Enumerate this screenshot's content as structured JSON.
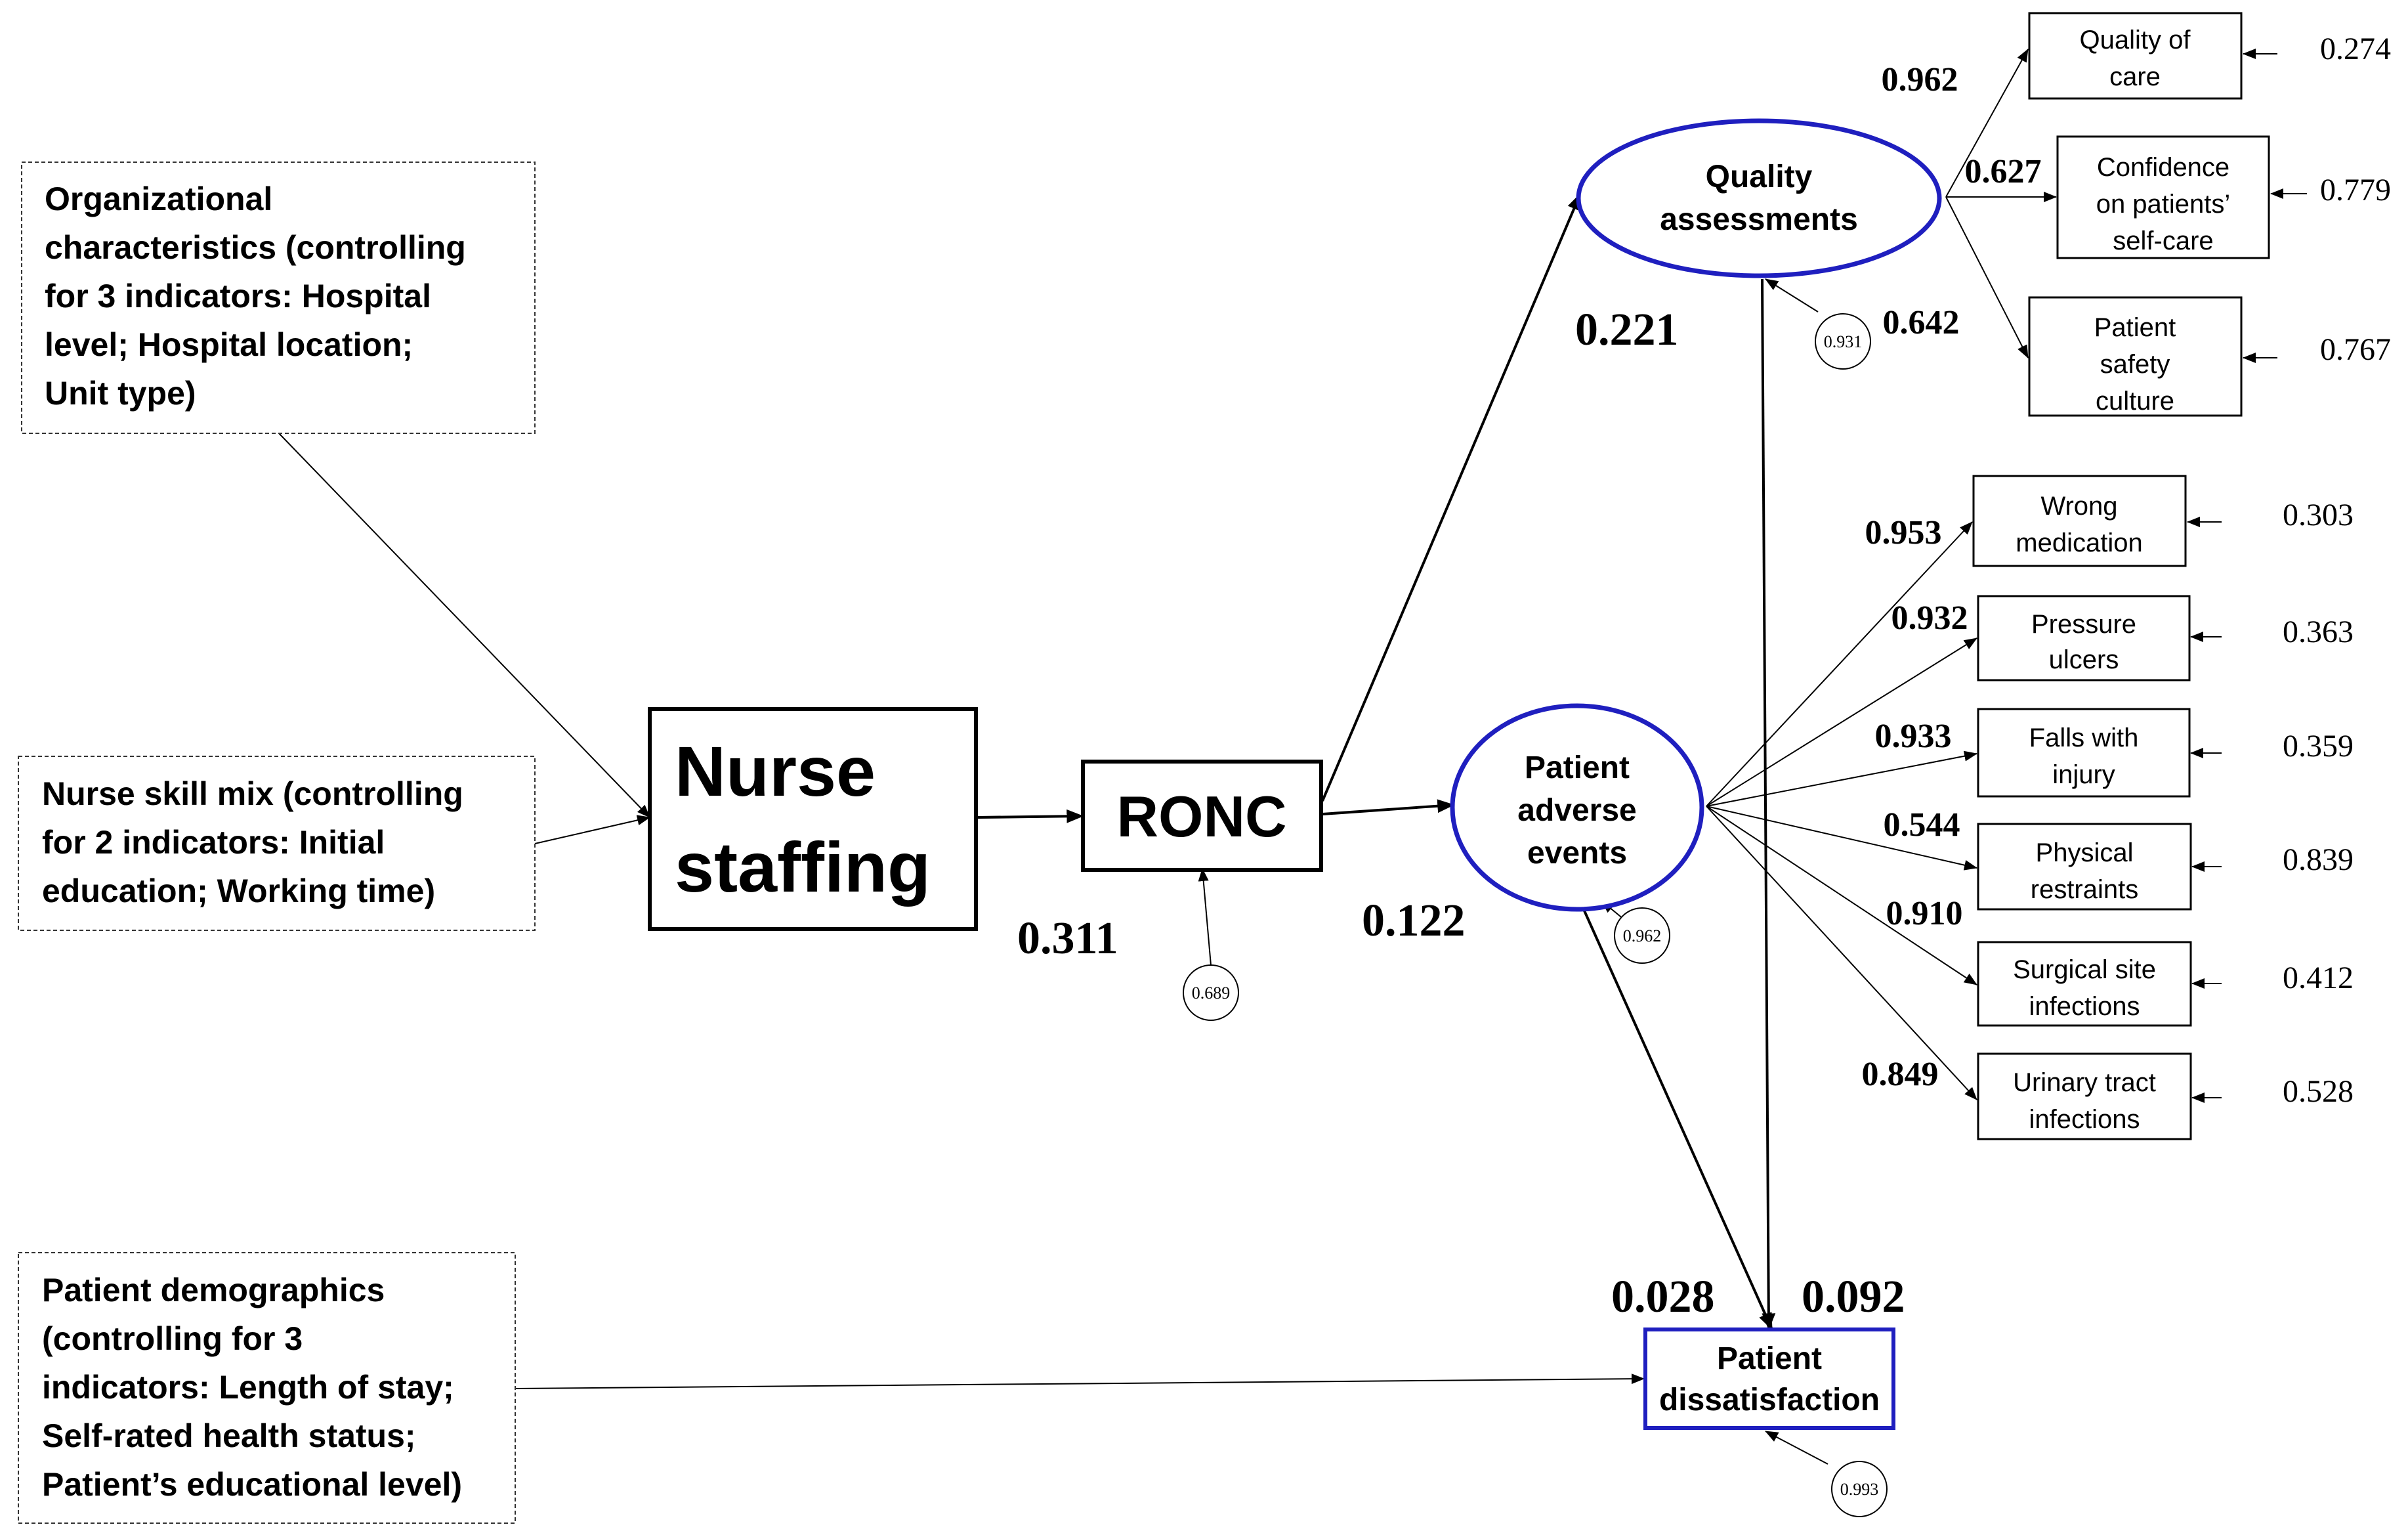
{
  "nodes": {
    "org_characteristics": [
      "Organizational",
      "characteristics (controlling",
      "for 3 indicators:  Hospital",
      "level; Hospital location;",
      "Unit type)"
    ],
    "skill_mix": [
      "Nurse skill mix (controlling",
      "for 2 indicators: Initial",
      "education; Working time)"
    ],
    "patient_demographics": [
      "Patient demographics",
      "(controlling for 3",
      "indicators: Length of stay;",
      "Self-rated health status;",
      "Patient’s educational level)"
    ],
    "nurse_staffing": [
      "Nurse",
      "staffing"
    ],
    "ronc": [
      "RONC"
    ],
    "quality_assessments": [
      "Quality",
      "assessments"
    ],
    "patient_adverse_events": [
      "Patient",
      "adverse",
      "events"
    ],
    "patient_dissatisfaction": [
      "Patient",
      "dissatisfaction"
    ],
    "quality_of_care": [
      "Quality of",
      "care"
    ],
    "confidence_self_care": [
      "Confidence",
      "on patients’",
      "self-care"
    ],
    "patient_safety_culture": [
      "Patient",
      "safety",
      "culture"
    ],
    "wrong_medication": [
      "Wrong",
      "medication"
    ],
    "pressure_ulcers": [
      "Pressure",
      "ulcers"
    ],
    "falls_with_injury": [
      "Falls with",
      "injury"
    ],
    "physical_restraints": [
      "Physical",
      "restraints"
    ],
    "surgical_site_infections": [
      "Surgical site",
      "infections"
    ],
    "urinary_tract_infections": [
      "Urinary tract",
      "infections"
    ]
  },
  "path_coefficients": {
    "nurse_to_ronc": "0.311",
    "ronc_to_adverse": "0.122",
    "ronc_to_quality": "0.221",
    "adverse_to_dissatisfaction": "0.028",
    "quality_to_dissatisfaction": "0.092"
  },
  "loadings": {
    "quality_of_care": "0.962",
    "confidence_self_care": "0.627",
    "patient_safety_culture": "0.642",
    "wrong_medication": "0.953",
    "pressure_ulcers": "0.932",
    "falls_with_injury": "0.933",
    "physical_restraints": "0.544",
    "surgical_site_infections": "0.910",
    "urinary_tract_infections": "0.849"
  },
  "indicator_errors": {
    "quality_of_care": "0.274",
    "confidence_self_care": "0.779",
    "patient_safety_culture": "0.767",
    "wrong_medication": "0.303",
    "pressure_ulcers": "0.363",
    "falls_with_injury": "0.359",
    "physical_restraints": "0.839",
    "surgical_site_infections": "0.412",
    "urinary_tract_infections": "0.528"
  },
  "residuals": {
    "ronc": "0.689",
    "adverse": "0.962",
    "quality": "0.931",
    "dissatisfaction": "0.993"
  },
  "colors": {
    "latent_outline": "#1f1fbf",
    "line": "#000000"
  }
}
